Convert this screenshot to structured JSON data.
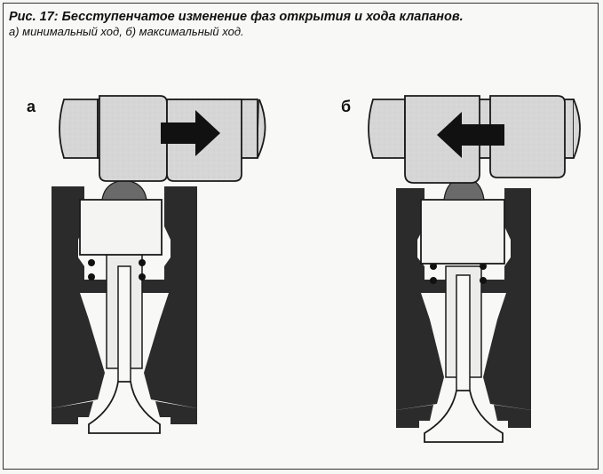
{
  "figure": {
    "title": "Рис. 17: Бесступенчатое изменение фаз открытия и хода клапанов.",
    "subtitle": "а) минимальный ход, б) максимальный ход."
  },
  "panels": [
    {
      "label": "а",
      "cam_profile": "minimum-lift",
      "arrow_direction": "right"
    },
    {
      "label": "б",
      "cam_profile": "maximum-lift",
      "arrow_direction": "left"
    }
  ],
  "colors": {
    "cylinder_head": "#2a2a2a",
    "camshaft": "#d9d9d9",
    "outline": "#1a1a1a",
    "arrow": "#111111"
  }
}
